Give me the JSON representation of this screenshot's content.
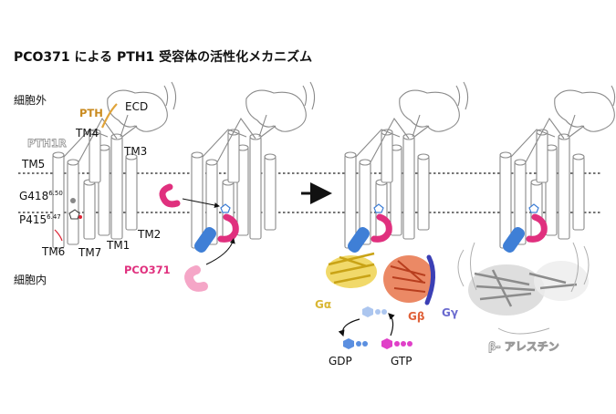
{
  "title": "PCO371 による PTH1 受容体の活性化メカニズム",
  "regions": {
    "extracellular": "細胞外",
    "intracellular": "細胞内"
  },
  "receptor_labels": {
    "pth": "PTH",
    "pth1r": "PTH1R",
    "ecd": "ECD",
    "tm1": "TM1",
    "tm2": "TM2",
    "tm3": "TM3",
    "tm4": "TM4",
    "tm5": "TM5",
    "tm6": "TM6",
    "tm7": "TM7"
  },
  "residues": {
    "g418": {
      "name": "G418",
      "sup": "6.50"
    },
    "p415": {
      "name": "P415",
      "sup": "6.47"
    }
  },
  "ligand": "PCO371",
  "g_protein": {
    "alpha": "Gα",
    "beta": "Gβ",
    "gamma": "Gγ",
    "gdp": "GDP",
    "gtp": "GTP"
  },
  "arrestin": "β- アレスチン",
  "colors": {
    "pth": "#c98a1e",
    "pco371": "#e0307e",
    "pco371_light": "#f5a6c7",
    "gs_blue": "#3f7fd6",
    "galpha": "#e6c440",
    "gbeta": "#e0623a",
    "ggamma": "#6a6acf",
    "gdp": "#5b8fe0",
    "gtp": "#e040c8",
    "arrestin": "#9a9a9a"
  }
}
